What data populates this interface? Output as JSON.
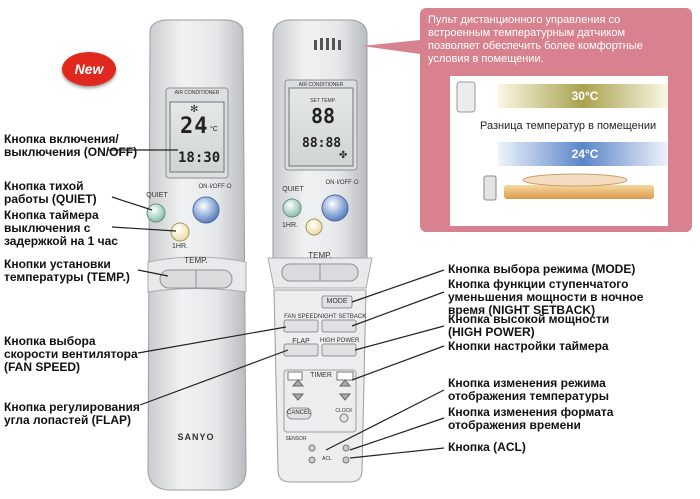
{
  "badge": {
    "text": "New",
    "color": "#e0281f"
  },
  "remote1": {
    "title": "AIR CONDITIONER",
    "temp_display": "24",
    "temp_unit": "°C",
    "time_display": "18:30",
    "quiet": "QUIET",
    "onoff": "ON·I/OFF·O",
    "onehr": "1HR.",
    "temp_btn": "TEMP.",
    "brand": "SANYO"
  },
  "remote2": {
    "title": "AIR CONDITIONER",
    "set_temp": "SET TEMP.",
    "temp_display": "88",
    "time_display": "88:88",
    "quiet": "QUIET",
    "onoff": "ON·I/OFF·O",
    "onehr": "1HR.",
    "temp_btn": "TEMP.",
    "mode": "MODE",
    "fan_speed": "FAN SPEED",
    "night_setback": "NIGHT SETBACK",
    "flap": "FLAP",
    "high_power": "HIGH POWER",
    "timer": "TIMER",
    "cancel": "CANCEL",
    "clock": "CLOCK",
    "sensor": "SENSOR",
    "acl": "ACL"
  },
  "info_box": {
    "text_lines": [
      "Пульт дистанционного управления со",
      "встроенным температурным датчиком",
      "позволяет обеспечить более комфортные",
      "условия в помещении."
    ],
    "temp_high": "30°C",
    "caption": "Разница температур в помещении",
    "temp_low": "24°C",
    "bg_color": "#d9828f"
  },
  "left_labels": [
    [
      "Кнопка включения/",
      "выключения (ON/OFF)"
    ],
    [
      "Кнопка тихой",
      "работы (QUIET)"
    ],
    [
      "Кнопка таймера",
      "выключения с",
      "задержкой на 1 час"
    ],
    [
      "Кнопки установки",
      "температуры (TEMP.)"
    ],
    [
      "Кнопка выбора",
      "скорости вентилятора",
      "(FAN SPEED)"
    ],
    [
      "Кнопка регулирования",
      "угла лопастей (FLAP)"
    ]
  ],
  "right_labels": [
    [
      "Кнопка выбора режима (MODE)"
    ],
    [
      "Кнопка функции ступенчатого",
      "уменьшения мощности в ночное",
      "время (NIGHT SETBACK)"
    ],
    [
      "Кнопка высокой мощности",
      "(HIGH POWER)"
    ],
    [
      "Кнопки настройки таймера"
    ],
    [
      "Кнопка изменения режима",
      "отображения температуры"
    ],
    [
      "Кнопка изменения формата",
      "отображения времени"
    ],
    [
      "Кнопка (ACL)"
    ]
  ]
}
